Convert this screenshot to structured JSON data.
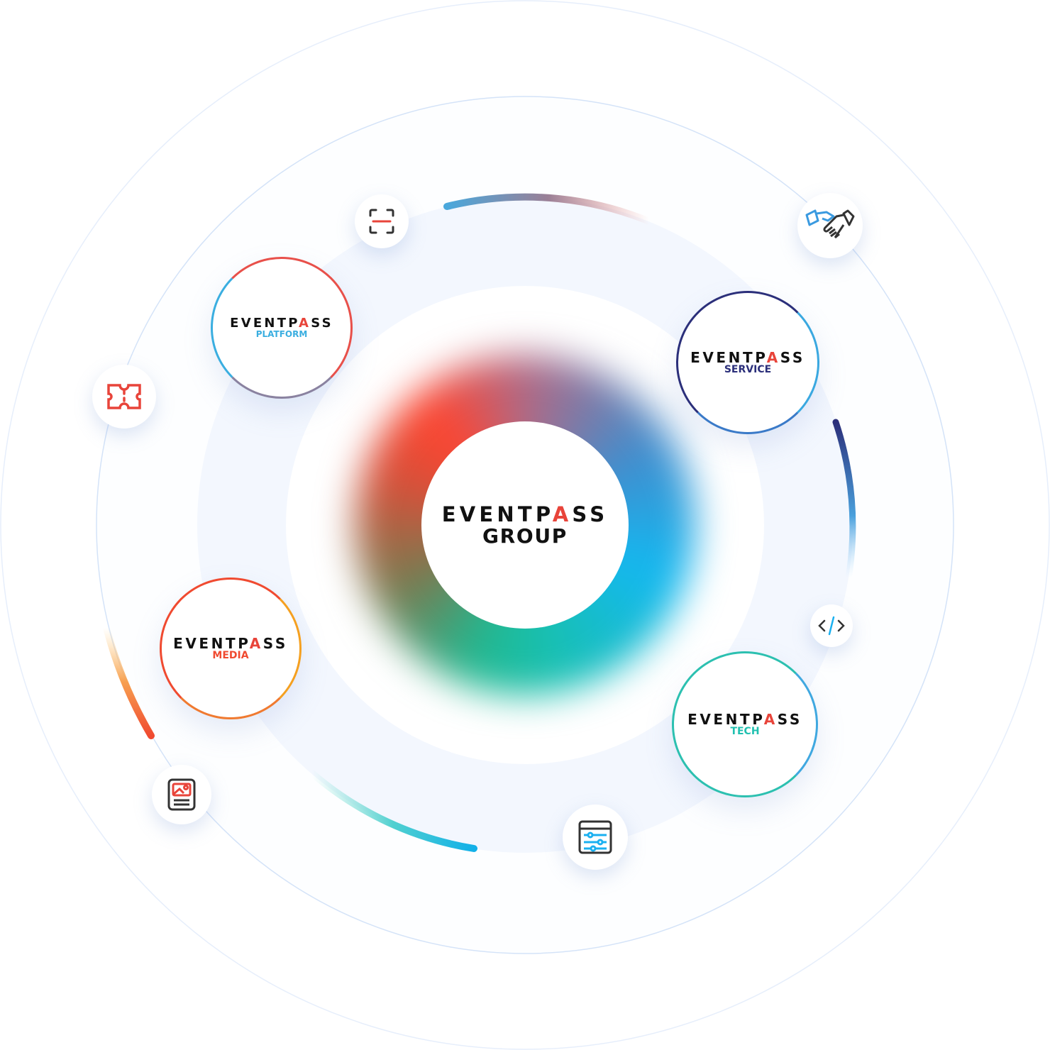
{
  "center": {
    "brand": "EVENTPASS",
    "label": "GROUP"
  },
  "subsidiaries": [
    {
      "brand": "EVENTPASS",
      "label": "PLATFORM",
      "color": "#3aaee0"
    },
    {
      "brand": "EVENTPASS",
      "label": "SERVICE",
      "color": "#2b2f7a"
    },
    {
      "brand": "EVENTPASS",
      "label": "MEDIA",
      "color": "#f04a30"
    },
    {
      "brand": "EVENTPASS",
      "label": "TECH",
      "color": "#20c0b0"
    }
  ],
  "icons": [
    "scan-icon",
    "handshake-icon",
    "ticket-icon",
    "code-icon",
    "media-document-icon",
    "settings-panel-icon"
  ]
}
